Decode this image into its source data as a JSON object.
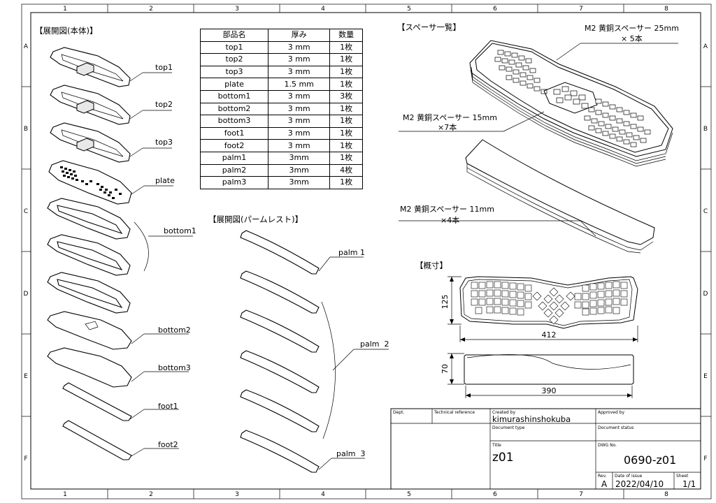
{
  "sheet": {
    "col_labels": [
      "1",
      "2",
      "3",
      "4",
      "5",
      "6",
      "7",
      "8"
    ],
    "row_labels": [
      "A",
      "B",
      "C",
      "D",
      "E",
      "F"
    ]
  },
  "body_section": {
    "heading": "【展開図(本体)】",
    "labels": [
      "top1",
      "top2",
      "top3",
      "plate",
      "bottom1",
      "bottom2",
      "bottom3",
      "foot1",
      "foot2"
    ]
  },
  "parts_table": {
    "headers": [
      "部品名",
      "厚み",
      "数量"
    ],
    "rows": [
      [
        "top1",
        "3 mm",
        "1枚"
      ],
      [
        "top2",
        "3 mm",
        "1枚"
      ],
      [
        "top3",
        "3 mm",
        "1枚"
      ],
      [
        "plate",
        "1.5 mm",
        "1枚"
      ],
      [
        "bottom1",
        "3 mm",
        "3枚"
      ],
      [
        "bottom2",
        "3 mm",
        "1枚"
      ],
      [
        "bottom3",
        "3 mm",
        "1枚"
      ],
      [
        "foot1",
        "3 mm",
        "1枚"
      ],
      [
        "foot2",
        "3 mm",
        "1枚"
      ],
      [
        "palm1",
        "3mm",
        "1枚"
      ],
      [
        "palm2",
        "3mm",
        "4枚"
      ],
      [
        "palm3",
        "3mm",
        "1枚"
      ]
    ]
  },
  "palm_section": {
    "heading": "【展開図(パームレスト)】",
    "labels": [
      "palm 1",
      "palm  2",
      "palm  3"
    ]
  },
  "spacer_section": {
    "heading": "【スペーサ一覧】",
    "label_25": "M2 黄銅スペーサー 25mm",
    "count_25": "× 5本",
    "label_15": "M2 黄銅スペーサー  15mm",
    "count_15": "×7本",
    "label_11": "M2 黄銅スペーサー  11mm",
    "count_11": "×4本"
  },
  "dimension_section": {
    "heading": "【概寸】",
    "kb_height": "125",
    "kb_width": "412",
    "palm_height": "70",
    "palm_width": "390"
  },
  "title_block": {
    "dept_label": "Dept.",
    "techref_label": "Technical reference",
    "created_label": "Created by",
    "created_value": "kimurashinshokuba",
    "approved_label": "Approved by",
    "doctype_label": "Document type",
    "docstatus_label": "Document status",
    "title_label": "Title",
    "title_value": "z01",
    "dwg_label": "DWG No.",
    "dwg_value": "0690-z01",
    "rev_label": "Rev.",
    "rev_value": "A",
    "date_label": "Date of issue",
    "date_value": "2022/04/10",
    "sheet_label": "Sheet",
    "sheet_value": "1/1"
  }
}
